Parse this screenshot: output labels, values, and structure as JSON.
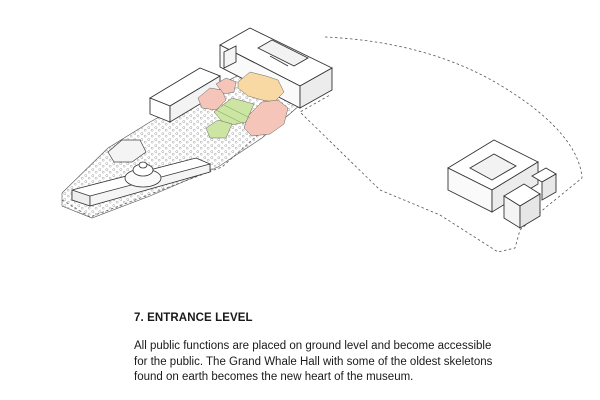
{
  "heading": "7. ENTRANCE LEVEL",
  "description_lines": [
    "All public functions are placed on ground level and become accessible",
    "for the public. The Grand Whale Hall with some of the oldest skeletons",
    "found on earth becomes the new heart of the museum."
  ],
  "colors": {
    "pink": "#f4c5b8",
    "orange": "#f8d8a3",
    "green": "#cce5a3",
    "line": "#3a3a3a",
    "gravel": "#a8a8a8"
  }
}
